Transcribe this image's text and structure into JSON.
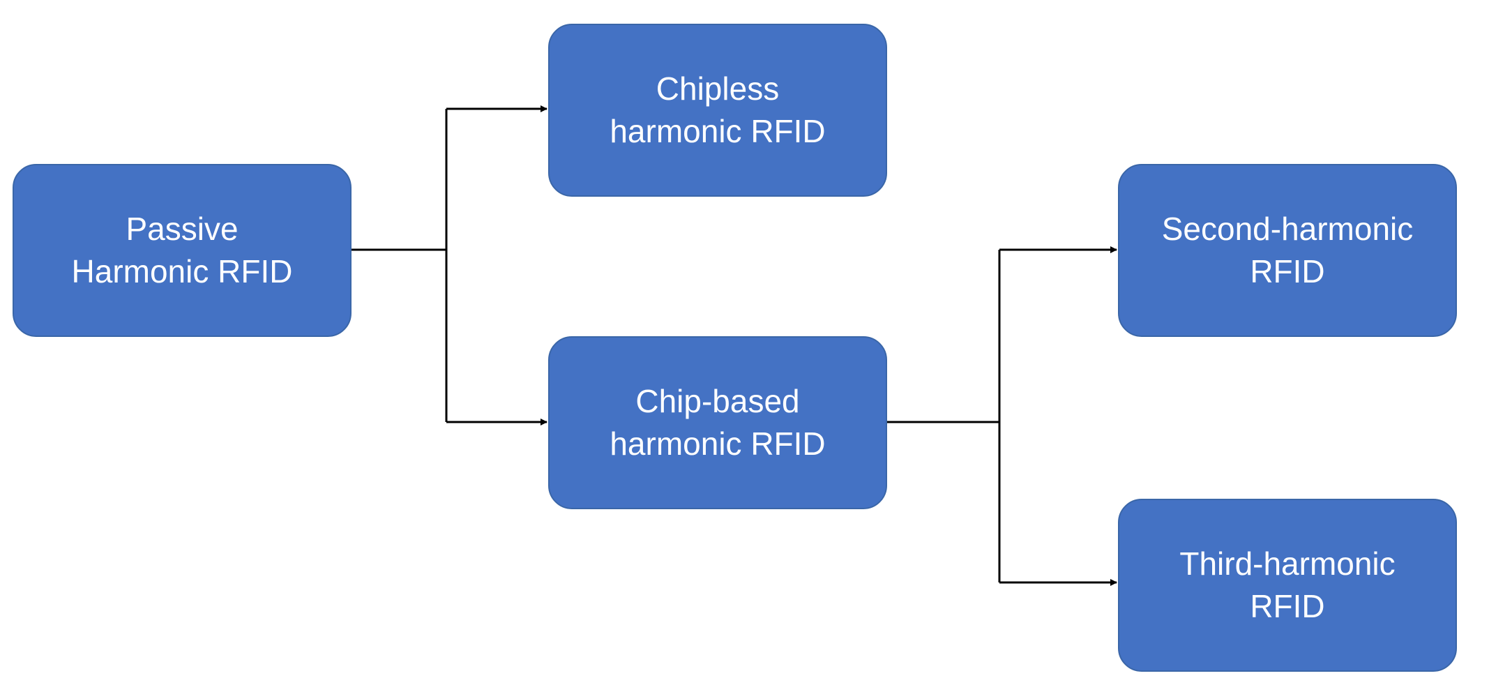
{
  "colors": {
    "node_fill": "#4472c4",
    "connector": "#000000"
  },
  "nodes": {
    "passive": {
      "line1": "Passive",
      "line2": "Harmonic RFID"
    },
    "chipless": {
      "line1": "Chipless",
      "line2": "harmonic RFID"
    },
    "chipbased": {
      "line1": "Chip-based",
      "line2": "harmonic RFID"
    },
    "second": {
      "line1": "Second-harmonic",
      "line2": "RFID"
    },
    "third": {
      "line1": "Third-harmonic",
      "line2": "RFID"
    }
  }
}
